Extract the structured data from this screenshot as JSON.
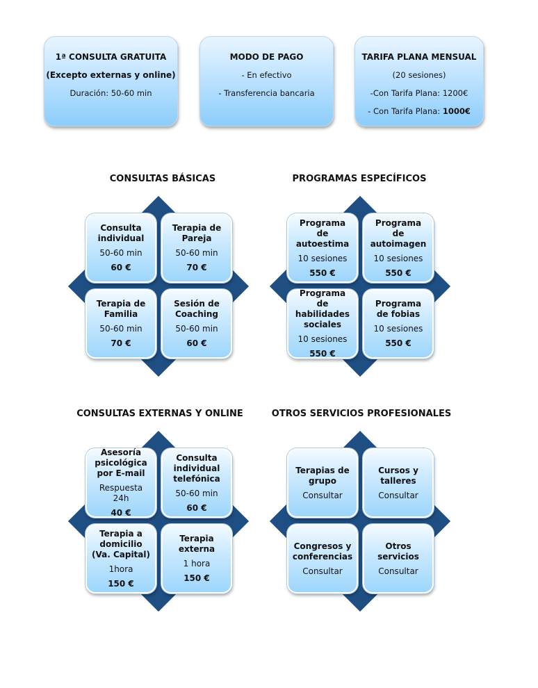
{
  "top": [
    {
      "lines": [
        "1ª CONSULTA GRATUITA",
        "(Excepto externas y online)",
        "Duración: 50-60 min"
      ]
    },
    {
      "lines": [
        "MODO DE PAGO",
        "- En efectivo",
        "- Transferencia bancaria"
      ]
    },
    {
      "lines": [
        "TARIFA PLANA MENSUAL",
        "(20 sesiones)",
        "-Con Tarifa Plana: 1200€",
        "- Con Tarifa Plana:",
        "1000€"
      ]
    }
  ],
  "sections": [
    {
      "title": "CONSULTAS BÁSICAS",
      "cells": [
        {
          "name": "Consulta individual",
          "sub": "50-60 min",
          "price": "60 €"
        },
        {
          "name": "Terapia de Pareja",
          "sub": "50-60 min",
          "price": "70 €"
        },
        {
          "name": "Terapia de Familia",
          "sub": "50-60 min",
          "price": "70 €"
        },
        {
          "name": "Sesión de Coaching",
          "sub": "50-60 min",
          "price": "60 €"
        }
      ]
    },
    {
      "title": "PROGRAMAS ESPECÍFICOS",
      "cells": [
        {
          "name": "Programa de autoestima",
          "sub": "10 sesiones",
          "price": "550 €"
        },
        {
          "name": "Programa de autoimagen",
          "sub": "10 sesiones",
          "price": "550 €"
        },
        {
          "name": "Programa de habilidades sociales",
          "sub": "10 sesiones",
          "price": "550 €"
        },
        {
          "name": "Programa de fobias",
          "sub": "10 sesiones",
          "price": "550 €"
        }
      ]
    },
    {
      "title": "CONSULTAS EXTERNAS Y ONLINE",
      "cells": [
        {
          "name": "Asesoría psicológica por E-mail",
          "sub": "Respuesta 24h",
          "price": "40 €"
        },
        {
          "name": "Consulta individual telefónica",
          "sub": "50-60 min",
          "price": "60 €"
        },
        {
          "name": "Terapia a domicilio (Va. Capital)",
          "sub": "1hora",
          "price": "150 €"
        },
        {
          "name": "Terapia externa",
          "sub": "1 hora",
          "price": "150 €"
        }
      ]
    },
    {
      "title": "OTROS SERVICIOS PROFESIONALES",
      "cells": [
        {
          "name": "Terapias de grupo",
          "sub": "Consultar",
          "price": ""
        },
        {
          "name": "Cursos y talleres",
          "sub": "Consultar",
          "price": ""
        },
        {
          "name": "Congresos y conferencias",
          "sub": "Consultar",
          "price": ""
        },
        {
          "name": "Otros servicios",
          "sub": "Consultar",
          "price": ""
        }
      ]
    }
  ]
}
